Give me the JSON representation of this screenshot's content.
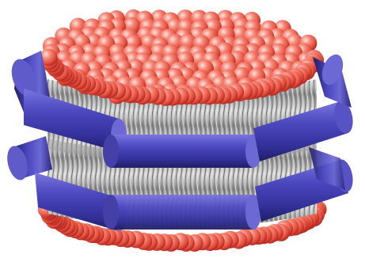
{
  "figure": {
    "subject": "nanodisc-illustration",
    "layers": [
      "lipid-headgroups-top",
      "lipid-tails",
      "belt-protein-helices",
      "lipid-headgroups-bottom"
    ],
    "colors": {
      "background": "#ffffff",
      "headgroup_fill": "#f06a5c",
      "headgroup_highlight": "#ffe3dc",
      "headgroup_shadow": "#b72a22",
      "tail_fill": "#b9b9b9",
      "tail_stroke": "#6d6d6d",
      "belt_fill": "#3d3aa4",
      "belt_light": "#6c68d4",
      "belt_dark": "#24226f"
    }
  }
}
